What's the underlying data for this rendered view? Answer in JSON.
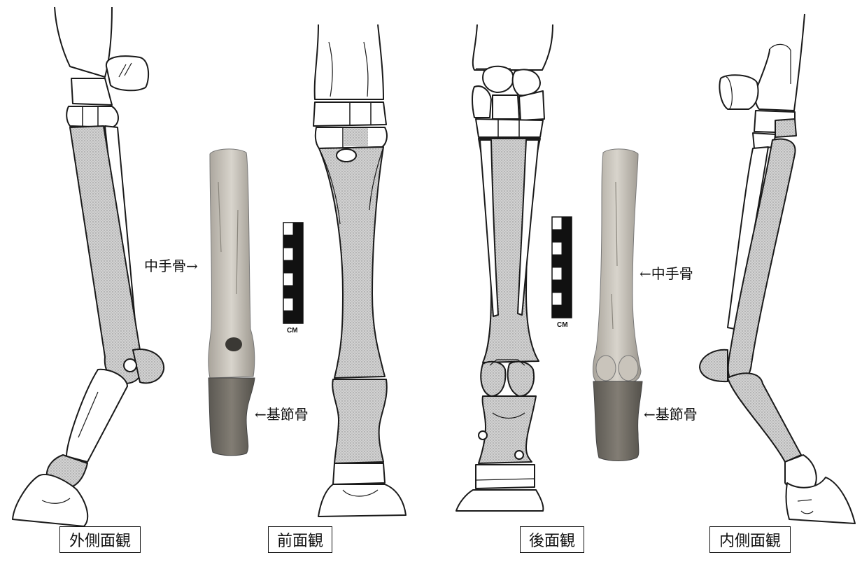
{
  "colors": {
    "outline": "#1a1a1a",
    "shaded_bone": "#cdcdcd",
    "specimen_light": "#c9c4bb",
    "specimen_dark": "#6e6a63",
    "scale_black": "#111111"
  },
  "labels": {
    "metacarpal_left": "中手骨→",
    "phalanx_left": "←基節骨",
    "metacarpal_right": "←中手骨",
    "phalanx_right": "←基節骨",
    "scale_unit_left": "CM",
    "scale_unit_right": "CM"
  },
  "captions": {
    "lateral": "外側面観",
    "anterior": "前面観",
    "posterior": "後面観",
    "medial": "内側面観"
  }
}
